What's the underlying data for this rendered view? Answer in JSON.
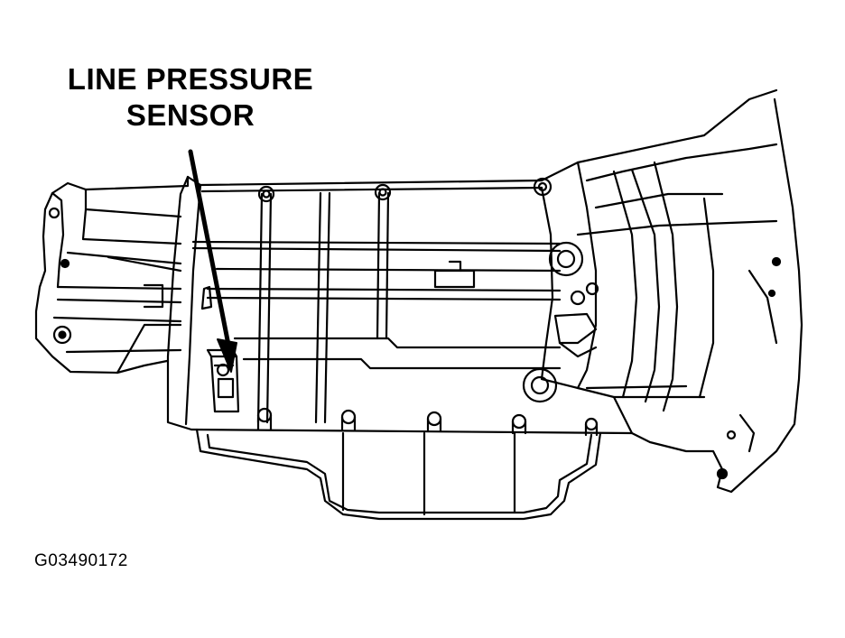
{
  "callout": {
    "line1": "LINE PRESSURE",
    "line2": "SENSOR"
  },
  "figure_id": "G03490172",
  "colors": {
    "ink": "#000000",
    "paper": "#ffffff"
  }
}
